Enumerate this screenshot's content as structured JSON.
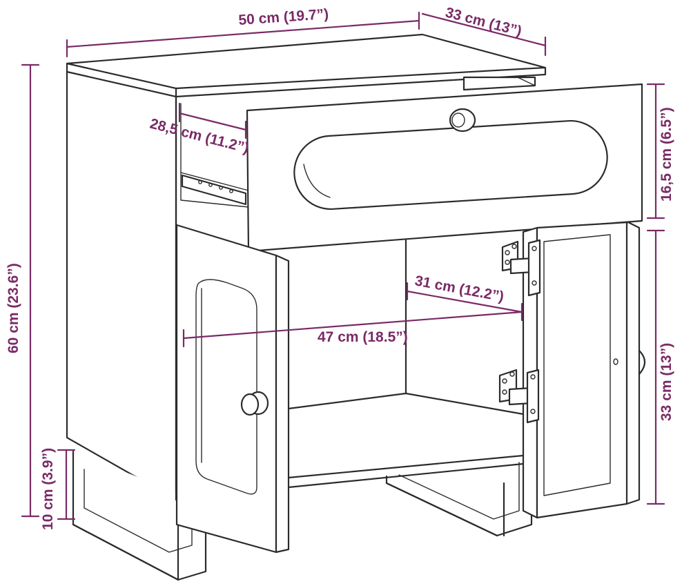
{
  "colors": {
    "dimension": "#7a2a66",
    "outline": "#2b2b2b",
    "background": "#ffffff"
  },
  "dimensions": {
    "width": "50 cm (19.7”)",
    "depth": "33 cm (13”)",
    "total_height": "60 cm (23.6”)",
    "leg_height": "10 cm (3.9”)",
    "drawer_height": "16,5 cm (6.5”)",
    "cabinet_height": "33 cm (13”)",
    "drawer_depth": "28,5 cm (11.2”)",
    "inner_depth": "31 cm (12.2”)",
    "inner_width": "47 cm (18.5”)"
  }
}
